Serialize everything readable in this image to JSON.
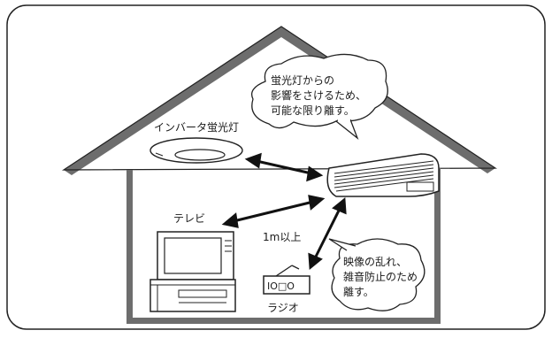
{
  "labels": {
    "inverter_light": "インバータ蛍光灯",
    "tv": "テレビ",
    "radio": "ラジオ",
    "distance": "1m以上"
  },
  "bubble_top": [
    "蛍光灯からの",
    "影響をさけるため、",
    "可能な限り離す。"
  ],
  "bubble_bottom": [
    "映像の乱れ、",
    "雑音防止のため",
    "離す。"
  ],
  "radio_face_text": "IO□O"
}
